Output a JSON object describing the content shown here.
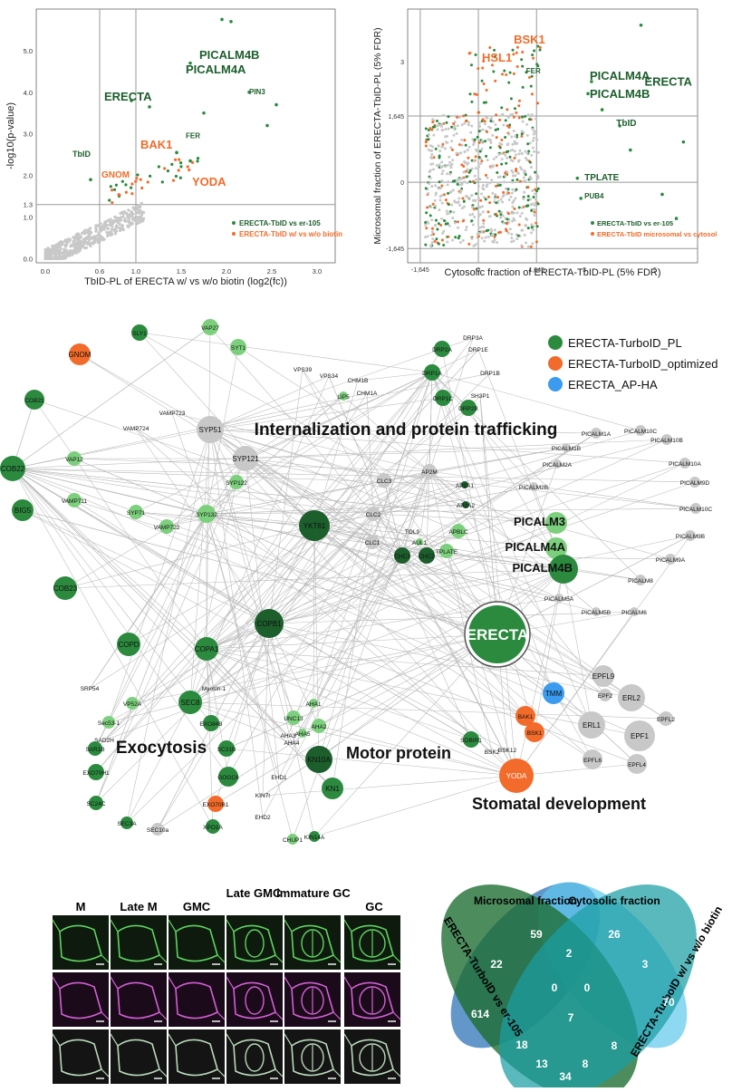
{
  "colors": {
    "pl": "#2b8a3e",
    "opt": "#f26b2a",
    "ap": "#3a9bef",
    "grey": "#c8c8c8",
    "dark_green": "#1c5e2c",
    "light_green": "#7ccf7c"
  },
  "scatter1": {
    "type": "scatter",
    "xlabel": "TbID-PL of ERECTA w/ vs w/o biotin (log2(fc))",
    "ylabel": "-log10(p-value)",
    "xlim": [
      -0.1,
      3.2
    ],
    "ylim": [
      -0.1,
      6.0
    ],
    "x_ticks": [
      "0.0",
      "0.6",
      "1.0",
      "1.5",
      "2.0",
      "2.5",
      "3.0"
    ],
    "y_ticks": [
      "0.0",
      "1.0",
      "1.3",
      "2.0",
      "3.0",
      "4.0",
      "5.0"
    ],
    "x_tick_values": [
      0.0,
      0.6,
      1.0,
      1.5,
      2.0,
      2.5,
      3.0
    ],
    "y_tick_values": [
      0.0,
      1.0,
      1.3,
      2.0,
      3.0,
      4.0,
      5.0
    ],
    "threshold_x": [
      0.6,
      1.0
    ],
    "threshold_y": 1.3,
    "legend": [
      "ERECTA-TbID vs er-105",
      "ERECTA-TbID w/ vs w/o biotin"
    ],
    "labels": [
      {
        "text": "PICALM4B",
        "x": 1.7,
        "y": 4.8,
        "series": "pl",
        "size": 13
      },
      {
        "text": "PICALM4A",
        "x": 1.55,
        "y": 4.45,
        "series": "pl",
        "size": 13
      },
      {
        "text": "PIN3",
        "x": 2.25,
        "y": 3.95,
        "series": "pl",
        "size": 8
      },
      {
        "text": "ERECTA",
        "x": 0.65,
        "y": 3.8,
        "series": "pl",
        "size": 13
      },
      {
        "text": "FER",
        "x": 1.55,
        "y": 2.9,
        "series": "pl",
        "size": 8
      },
      {
        "text": "BAK1",
        "x": 1.05,
        "y": 2.65,
        "series": "opt",
        "size": 13
      },
      {
        "text": "TbID",
        "x": 0.3,
        "y": 2.45,
        "series": "pl",
        "size": 9
      },
      {
        "text": "GNOM",
        "x": 0.62,
        "y": 1.95,
        "series": "opt",
        "size": 10
      },
      {
        "text": "YODA",
        "x": 1.62,
        "y": 1.75,
        "series": "opt",
        "size": 13
      }
    ]
  },
  "scatter2": {
    "type": "scatter",
    "xlabel": "Cytosolic fraction of ERECTA-TbID-PL (5% FDR)",
    "ylabel": "Microsomal fraction of ERECTA-TbID-PL (5% FDR)",
    "xlim": [
      -2.0,
      6.2
    ],
    "ylim": [
      -2.0,
      4.3
    ],
    "x_ticks": [
      "-1,645",
      "0",
      "1,645",
      "3",
      "5"
    ],
    "y_ticks": [
      "-1,645",
      "0",
      "1,645",
      "3"
    ],
    "x_tick_values": [
      -1.645,
      0,
      1.645,
      3,
      5
    ],
    "y_tick_values": [
      -1.645,
      0,
      1.645,
      3
    ],
    "legend": [
      "ERECTA-TbID vs er-105",
      "ERECTA-TbID microsomal vs cytosol"
    ],
    "labels": [
      {
        "text": "BSK1",
        "x": 1.0,
        "y": 3.45,
        "series": "opt",
        "size": 13
      },
      {
        "text": "HSL1",
        "x": 0.1,
        "y": 3.0,
        "series": "opt",
        "size": 13
      },
      {
        "text": "FER",
        "x": 1.35,
        "y": 2.7,
        "series": "pl",
        "size": 8
      },
      {
        "text": "PICALM4A",
        "x": 3.15,
        "y": 2.55,
        "series": "pl",
        "size": 13
      },
      {
        "text": "PICALM4B",
        "x": 3.15,
        "y": 2.1,
        "series": "pl",
        "size": 13
      },
      {
        "text": "ERECTA",
        "x": 4.7,
        "y": 2.4,
        "series": "pl",
        "size": 13
      },
      {
        "text": "TbID",
        "x": 3.9,
        "y": 1.4,
        "series": "pl",
        "size": 10
      },
      {
        "text": "TPLATE",
        "x": 3.0,
        "y": 0.05,
        "series": "pl",
        "size": 10
      },
      {
        "text": "PUB4",
        "x": 3.0,
        "y": -0.4,
        "series": "pl",
        "size": 8
      }
    ]
  },
  "network": {
    "legend": [
      "ERECTA-TurboID_PL",
      "ERECTA-TurboID_optimized",
      "ERECTA_AP-HA"
    ],
    "section_labels": [
      "Internalization and protein trafficking",
      "Exocytosis",
      "Motor protein",
      "Stomatal development"
    ],
    "nodes": [
      [
        "GNOM",
        "opt",
        88,
        391,
        12
      ],
      [
        "SLY1",
        "pl",
        154,
        367,
        9
      ],
      [
        "VAP27",
        "lg",
        232,
        361,
        9
      ],
      [
        "SYT1",
        "lg",
        263,
        383,
        9
      ],
      [
        "VPS39",
        "n",
        334,
        408,
        0
      ],
      [
        "VPS34",
        "n",
        363,
        415,
        0
      ],
      [
        "CHM1B",
        "n",
        395,
        420,
        0
      ],
      [
        "CHM1A",
        "n",
        405,
        434,
        0
      ],
      [
        "LIP5",
        "lg",
        379,
        437,
        5
      ],
      [
        "DRP2A",
        "pl",
        488,
        385,
        9
      ],
      [
        "DRP3A",
        "n",
        522,
        373,
        0
      ],
      [
        "DRP1E",
        "n",
        528,
        386,
        0
      ],
      [
        "DRP1B",
        "n",
        541,
        412,
        0
      ],
      [
        "DRP1A",
        "pl",
        477,
        411,
        9
      ],
      [
        "SH3P1",
        "n",
        530,
        437,
        0
      ],
      [
        "DRP1C",
        "pl",
        489,
        439,
        9
      ],
      [
        "DRP2B",
        "pl",
        517,
        450,
        9
      ],
      [
        "COB21",
        "pl",
        38,
        441,
        11
      ],
      [
        "VAMP723",
        "n",
        190,
        456,
        0
      ],
      [
        "VAMP724",
        "n",
        150,
        473,
        0
      ],
      [
        "SYP51",
        "g",
        232,
        474,
        15
      ],
      [
        "SYP121",
        "g",
        271,
        506,
        14
      ],
      [
        "COB22",
        "pl",
        14,
        517,
        14
      ],
      [
        "VAP12",
        "lg",
        82,
        506,
        8
      ],
      [
        "VAMP711",
        "lg",
        82,
        552,
        8
      ],
      [
        "SYP122",
        "lg",
        261,
        532,
        8
      ],
      [
        "SYP71",
        "lg",
        150,
        565,
        8
      ],
      [
        "SYP132",
        "lg",
        228,
        567,
        10
      ],
      [
        "VAMP722",
        "lg",
        184,
        581,
        8
      ],
      [
        "BIG5",
        "pl",
        25,
        563,
        12
      ],
      [
        "YKT61",
        "dg",
        347,
        580,
        17
      ],
      [
        "COB23",
        "pl",
        72,
        649,
        13
      ],
      [
        "COPB1",
        "dg",
        297,
        688,
        16
      ],
      [
        "COPD",
        "pl",
        142,
        711,
        13
      ],
      [
        "COPA1",
        "pl",
        228,
        716,
        13
      ],
      [
        "CLC3",
        "g",
        424,
        530,
        8
      ],
      [
        "AP2M",
        "g",
        474,
        520,
        8
      ],
      [
        "AP2A1",
        "dg",
        513,
        535,
        4
      ],
      [
        "AP2A2",
        "dg",
        514,
        557,
        4
      ],
      [
        "CLC2",
        "g",
        412,
        567,
        8
      ],
      [
        "APBLC",
        "lg",
        506,
        586,
        8
      ],
      [
        "CLC1",
        "g",
        411,
        598,
        8
      ],
      [
        "TOL9",
        "n",
        455,
        587,
        0
      ],
      [
        "AUL1",
        "lg",
        463,
        598,
        4
      ],
      [
        "TPLATE",
        "lg",
        493,
        608,
        8
      ],
      [
        "CHC1",
        "dg",
        444,
        613,
        9
      ],
      [
        "CHC2",
        "dg",
        471,
        613,
        9
      ],
      [
        "PICALM3",
        "lg",
        614,
        577,
        12
      ],
      [
        "PICALM4A",
        "lg",
        614,
        605,
        12
      ],
      [
        "PICALM4B",
        "pl",
        622,
        628,
        16
      ],
      [
        "PICALM1A",
        "g",
        658,
        478,
        6
      ],
      [
        "PICALM10C",
        "g",
        707,
        475,
        6
      ],
      [
        "PICALM10B",
        "g",
        736,
        485,
        6
      ],
      [
        "PICALM1B",
        "g",
        625,
        494,
        5
      ],
      [
        "PICALM2A",
        "g",
        615,
        512,
        5
      ],
      [
        "PICALM10A",
        "g",
        756,
        511,
        6
      ],
      [
        "PICALM2B",
        "g",
        589,
        537,
        5
      ],
      [
        "PICALM9D",
        "g",
        767,
        532,
        6
      ],
      [
        "PICALM10C2",
        "g",
        768,
        561,
        6
      ],
      [
        "PICALM9B",
        "g",
        762,
        591,
        6
      ],
      [
        "PICALM9A",
        "g",
        740,
        617,
        6
      ],
      [
        "PICALM8",
        "g",
        707,
        640,
        6
      ],
      [
        "PICALM5A",
        "g",
        617,
        660,
        5
      ],
      [
        "PICALM5B",
        "g",
        658,
        675,
        5
      ],
      [
        "PICALM6",
        "g",
        700,
        675,
        5
      ],
      [
        "ERECTA",
        "erecta",
        549,
        700,
        32
      ],
      [
        "TMM",
        "ap",
        611,
        765,
        12
      ],
      [
        "EPFL9",
        "g",
        666,
        746,
        12
      ],
      [
        "EPF2",
        "g",
        668,
        767,
        7
      ],
      [
        "ERL2",
        "g",
        697,
        770,
        15
      ],
      [
        "EPFL2",
        "g",
        735,
        793,
        8
      ],
      [
        "ERL1",
        "g",
        653,
        800,
        15
      ],
      [
        "EPF1",
        "g",
        706,
        812,
        17
      ],
      [
        "EPFL6",
        "g",
        654,
        838,
        11
      ],
      [
        "EPFL4",
        "g",
        703,
        843,
        11
      ],
      [
        "BAK1",
        "opt",
        580,
        790,
        11
      ],
      [
        "BSK1",
        "opt",
        590,
        808,
        11
      ],
      [
        "SOBIR1",
        "pl",
        520,
        816,
        9
      ],
      [
        "BSK2",
        "n",
        543,
        830,
        0
      ],
      [
        "BSK12",
        "n",
        560,
        828,
        0
      ],
      [
        "YODA",
        "opt",
        570,
        856,
        19
      ],
      [
        "SEC8",
        "pl",
        210,
        775,
        13
      ],
      [
        "Myosin-1",
        "n",
        236,
        760,
        0
      ],
      [
        "SRP54",
        "n",
        99,
        760,
        0
      ],
      [
        "VP52A",
        "lg",
        146,
        776,
        7
      ],
      [
        "Sec53-1",
        "lg",
        120,
        797,
        7
      ],
      [
        "SAD2H",
        "n",
        115,
        817,
        0
      ],
      [
        "EXO84B",
        "pl",
        233,
        798,
        9
      ],
      [
        "SAR1B",
        "pl",
        105,
        826,
        8
      ],
      [
        "SC31B",
        "pl",
        250,
        826,
        9
      ],
      [
        "UNC13",
        "lg",
        324,
        792,
        8
      ],
      [
        "AHA1",
        "lg",
        346,
        776,
        5
      ],
      [
        "AHA3",
        "n",
        318,
        812,
        0
      ],
      [
        "AHA5",
        "lg",
        334,
        809,
        5
      ],
      [
        "AHA2",
        "lg",
        352,
        801,
        8
      ],
      [
        "AHA4",
        "n",
        322,
        820,
        0
      ],
      [
        "EXO70H1",
        "pl",
        106,
        852,
        9
      ],
      [
        "GOGC6",
        "pl",
        252,
        857,
        11
      ],
      [
        "SC24C",
        "pl",
        106,
        886,
        8
      ],
      [
        "EXO70B1",
        "opt",
        238,
        887,
        9
      ],
      [
        "SEC3A",
        "pl",
        140,
        908,
        7
      ],
      [
        "SEC10a",
        "g",
        174,
        915,
        7
      ],
      [
        "XPO1A",
        "pl",
        235,
        912,
        8
      ],
      [
        "EHD1",
        "n",
        308,
        858,
        0
      ],
      [
        "KIN7I",
        "n",
        290,
        878,
        0
      ],
      [
        "EHD2",
        "n",
        290,
        902,
        0
      ],
      [
        "KN10A",
        "dg",
        352,
        838,
        15
      ],
      [
        "KN1",
        "pl",
        367,
        870,
        12
      ],
      [
        "CHUP1",
        "lg",
        323,
        926,
        6
      ],
      [
        "KIN14A",
        "pl",
        347,
        923,
        6
      ]
    ]
  },
  "stages": {
    "labels": [
      "M",
      "Late M",
      "GMC",
      "Late GMC",
      "immature GC",
      "GC"
    ]
  },
  "venn": {
    "labels": [
      "Microsomal fraction",
      "Cytosolic fraction",
      "ERECTA-TurboID vs er-105",
      "ERECTA-TurboID w/ vs w/o biotin"
    ],
    "counts": [
      "59",
      "2",
      "26",
      "22",
      "3",
      "614",
      "0",
      "0",
      "70",
      "7",
      "18",
      "8",
      "13",
      "8",
      "34"
    ]
  }
}
